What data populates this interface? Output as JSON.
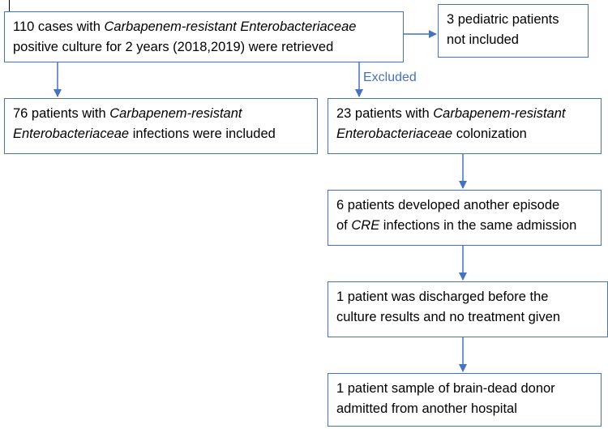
{
  "boxes": {
    "retrieved": {
      "l1_a": "110 cases with ",
      "l1_b": "Carbapenem-resistant Enterobacteriaceae",
      "l2": "positive culture for 2 years (2018,2019) were retrieved"
    },
    "pediatric": {
      "l1": "3 pediatric patients",
      "l2": "not included"
    },
    "included": {
      "l1_a": "76 patients with ",
      "l1_b": "Carbapenem-resistant",
      "l2_a": "Enterobacteriaceae",
      "l2_b": " infections were included"
    },
    "colonization": {
      "l1_a": "23 patients with ",
      "l1_b": "Carbapenem-resistant",
      "l2_a": "Enterobacteriaceae",
      "l2_b": " colonization"
    },
    "episode": {
      "l1": "6 patients developed another episode",
      "l2_a": "of ",
      "l2_b": "CRE",
      "l2_c": " infections in the same admission"
    },
    "discharged": {
      "l1": "1 patient was discharged before the",
      "l2": "culture results and no treatment given"
    },
    "donor": {
      "l1": "1 patient sample of brain-dead donor",
      "l2": "admitted from another hospital"
    }
  },
  "labels": {
    "excluded": "Excluded"
  },
  "colors": {
    "accent": "#4472c4"
  }
}
